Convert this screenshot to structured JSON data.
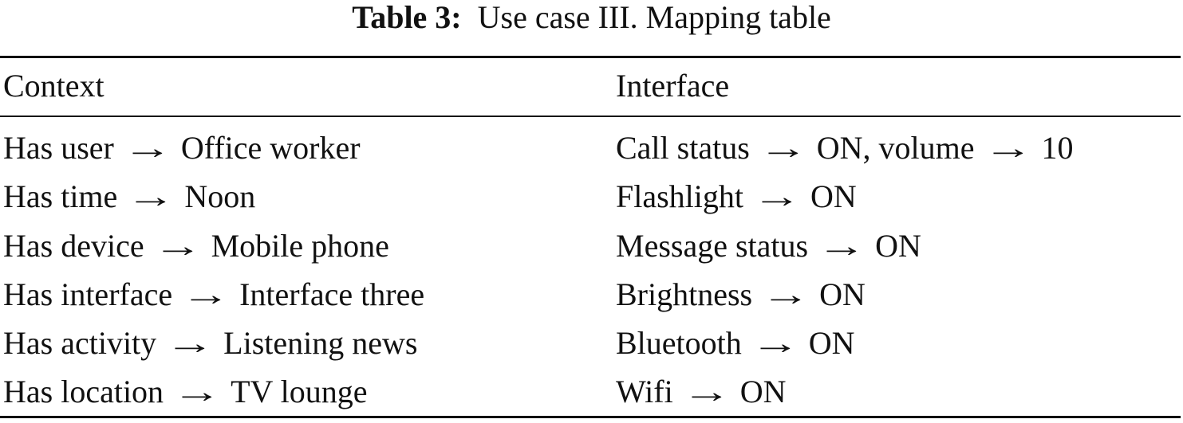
{
  "caption": {
    "label": "Table 3:",
    "text": "Use case III. Mapping table"
  },
  "table": {
    "headers": [
      "Context",
      "Interface"
    ],
    "arrow": "→",
    "rows": [
      {
        "context": {
          "key": "Has user",
          "value": "Office worker"
        },
        "interface": {
          "key": "Call status",
          "value": "ON, volume",
          "key2": "",
          "value2": "10"
        }
      },
      {
        "context": {
          "key": "Has time",
          "value": "Noon"
        },
        "interface": {
          "key": "Flashlight",
          "value": "ON"
        }
      },
      {
        "context": {
          "key": "Has device",
          "value": "Mobile phone"
        },
        "interface": {
          "key": "Message status",
          "value": "ON"
        }
      },
      {
        "context": {
          "key": "Has interface",
          "value": "Interface three"
        },
        "interface": {
          "key": "Brightness",
          "value": "ON"
        }
      },
      {
        "context": {
          "key": "Has activity",
          "value": "Listening news"
        },
        "interface": {
          "key": "Bluetooth",
          "value": "ON"
        }
      },
      {
        "context": {
          "key": "Has location",
          "value": "TV lounge"
        },
        "interface": {
          "key": "Wifi",
          "value": "ON"
        }
      }
    ]
  }
}
